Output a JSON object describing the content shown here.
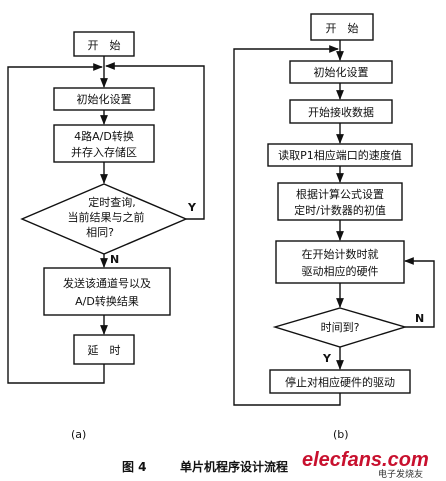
{
  "flowchart_a": {
    "start": "开　始",
    "init": "初始化设置",
    "convert_line1": "4路A/D转换",
    "convert_line2": "并存入存储区",
    "decision_line1": "定时查询,",
    "decision_line2": "当前结果与之前",
    "decision_line3": "相同?",
    "yes_label": "Y",
    "no_label": "N",
    "send_line1": "发送该通道号以及",
    "send_line2": "A/D转换结果",
    "delay": "延　时",
    "sub_label": "(a)"
  },
  "flowchart_b": {
    "start": "开　始",
    "init": "初始化设置",
    "receive": "开始接收数据",
    "read_speed": "读取P1相应端口的速度值",
    "set_line1": "根据计算公式设置",
    "set_line2": "定时/计数器的初值",
    "drive_line1": "在开始计数时就",
    "drive_line2": "驱动相应的硬件",
    "decision": "时间到?",
    "yes_label": "Y",
    "no_label": "N",
    "stop": "停止对相应硬件的驱动",
    "sub_label": "(b)"
  },
  "caption": {
    "figure": "图 4",
    "title": "单片机程序设计流程"
  },
  "watermark": {
    "brand": "elecfans.com",
    "sub": "电子发烧友"
  }
}
